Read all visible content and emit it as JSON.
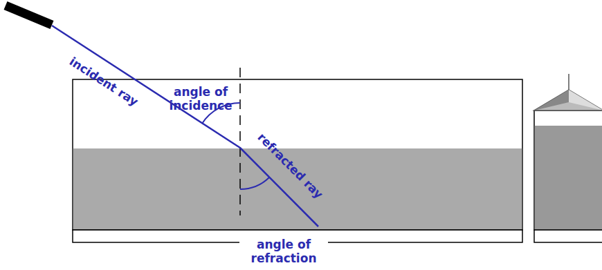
{
  "diagram": {
    "labels": [
      "angle of incidence",
      "incident ray",
      "refracted ray",
      "angle of refraction"
    ]
  }
}
